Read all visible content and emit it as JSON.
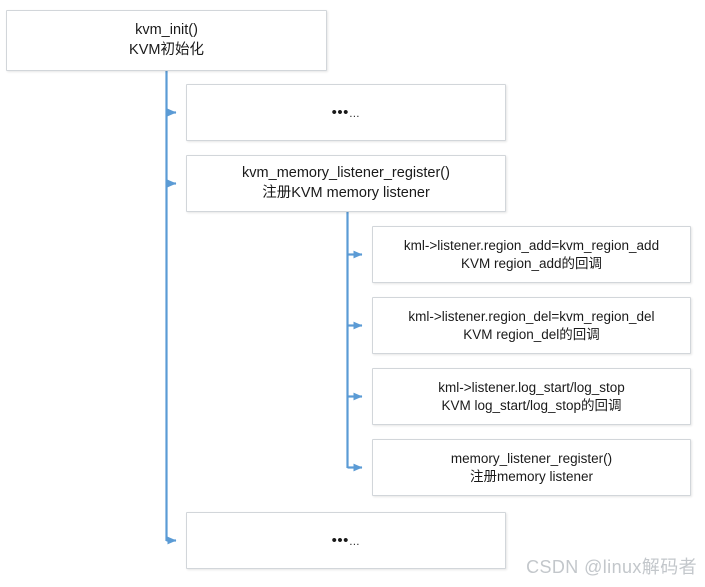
{
  "diagram": {
    "title_node": {
      "name": "kvm-init",
      "line1": "kvm_init()",
      "line2": "KVM初始化"
    },
    "level1": [
      {
        "name": "ellipsis-top",
        "line1": "•••",
        "line2": ""
      },
      {
        "name": "kvm-memory-listener-register",
        "line1": "kvm_memory_listener_register()",
        "line2": "注册KVM memory listener"
      },
      {
        "name": "ellipsis-bottom",
        "line1": "•••",
        "line2": ""
      }
    ],
    "level2": [
      {
        "name": "region-add",
        "line1": "kml->listener.region_add=kvm_region_add",
        "line2": "KVM region_add的回调"
      },
      {
        "name": "region-del",
        "line1": "kml->listener.region_del=kvm_region_del",
        "line2": "KVM region_del的回调"
      },
      {
        "name": "log-start-stop",
        "line1": "kml->listener.log_start/log_stop",
        "line2": "KVM log_start/log_stop的回调"
      },
      {
        "name": "memory-listener-register",
        "line1": "memory_listener_register()",
        "line2": "注册memory listener"
      }
    ],
    "colors": {
      "connector": "#5b9bd5",
      "box_border": "#d2d6da",
      "box_fill": "#ffffff",
      "text": "#1a1a1a",
      "watermark": "#c3c7cb"
    }
  },
  "watermark": {
    "text": "CSDN @linux解码者"
  }
}
